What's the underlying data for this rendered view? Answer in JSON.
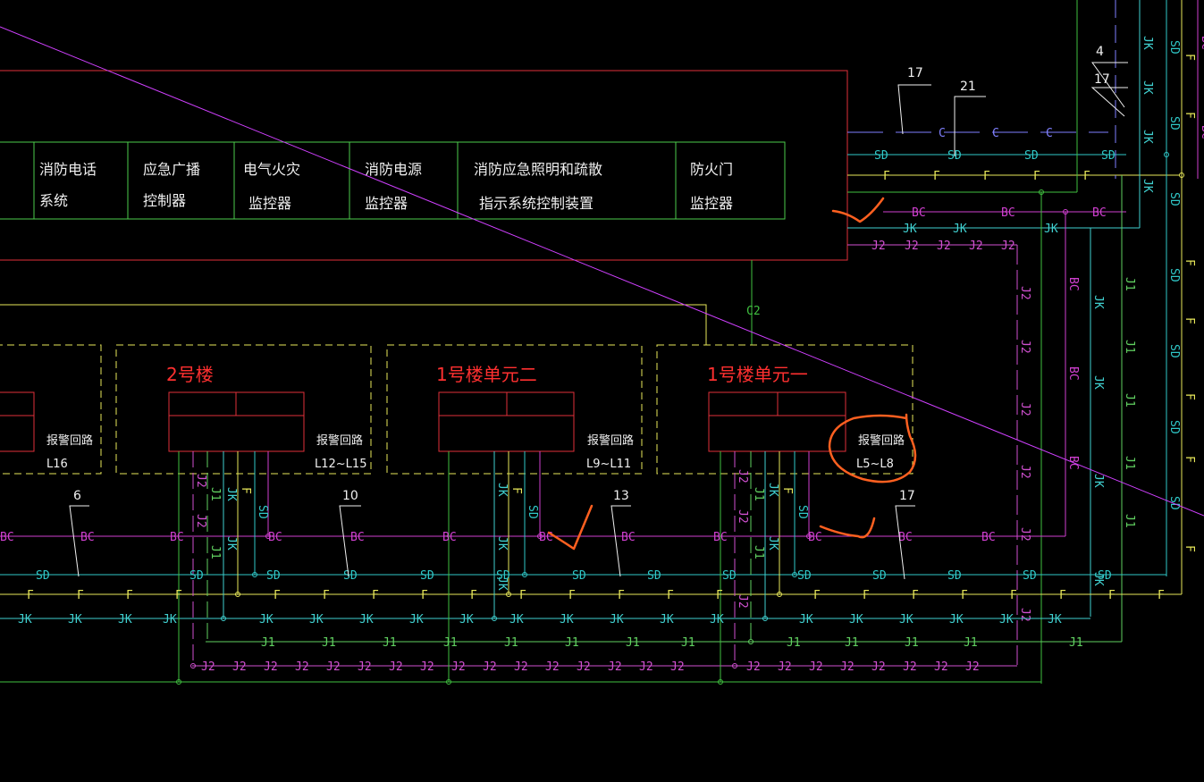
{
  "panel_modules": [
    {
      "line1": "消防电话",
      "line2": "系统"
    },
    {
      "line1": "应急广播",
      "line2": "控制器"
    },
    {
      "line1": "电气火灾",
      "line2": "监控器"
    },
    {
      "line1": "消防电源",
      "line2": "监控器"
    },
    {
      "line1": "消防应急照明和疏散",
      "line2": "指示系统控制装置"
    },
    {
      "line1": "防火门",
      "line2": "监控器"
    }
  ],
  "riser_label": "C2",
  "buildings": [
    {
      "title": "",
      "alarm_label": "报警回路",
      "range": "L16"
    },
    {
      "title": "2号楼",
      "alarm_label": "报警回路",
      "range": "L12~L15"
    },
    {
      "title": "1号楼单元二",
      "alarm_label": "报警回路",
      "range": "L9~L11"
    },
    {
      "title": "1号楼单元一",
      "alarm_label": "报警回路",
      "range": "L5~L8"
    }
  ],
  "callout_numbers": {
    "top_17": "17",
    "top_21": "21",
    "right_4": "4",
    "right_17": "17",
    "bottom_6": "6",
    "bottom_10": "10",
    "bottom_13": "13",
    "bottom_17": "17"
  },
  "line_codes": {
    "bc": "BC",
    "sd": "SD",
    "f": "F",
    "jk": "JK",
    "j1": "J1",
    "j2": "J2",
    "c": "C"
  },
  "colors": {
    "background": "#000000",
    "panel_border": "#e0303a",
    "module_border": "#4ccc4c",
    "building_border": "#e8e85a",
    "building_title": "#ff3030",
    "bc_line": "#d040d0",
    "sd_line": "#30c8c8",
    "f_line": "#e8e85a",
    "jk_line": "#40d0d0",
    "j1_line": "#60d060",
    "j2_line": "#d050d0",
    "green_line": "#40c040",
    "annotation": "#ff6020",
    "diagonal": "#d040ff"
  }
}
